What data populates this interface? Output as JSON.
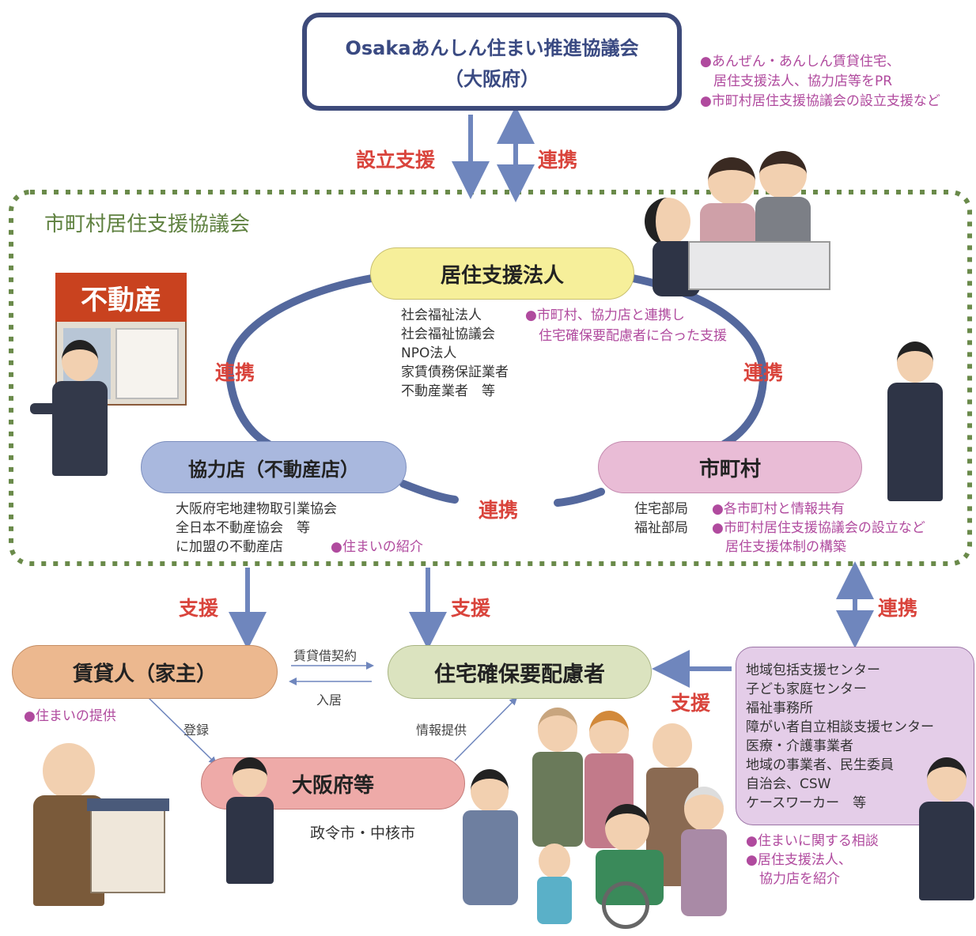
{
  "top": {
    "title": "Osakaあんしん住まい推進協議会",
    "subtitle": "（大阪府）",
    "notes": [
      "●あんぜん・あんしん賃貸住宅、",
      "　居住支援法人、協力店等をPR",
      "●市町村居住支援協議会の設立支援など"
    ]
  },
  "arrows": {
    "setsuritsu": "設立支援",
    "renkei_top": "連携",
    "renkei_left": "連携",
    "renkei_right": "連携",
    "renkei_bottom": "連携",
    "shien_1": "支援",
    "shien_2": "支援",
    "renkei_far_right": "連携",
    "shien_right": "支援"
  },
  "council": {
    "title": "市町村居住支援協議会"
  },
  "illustration_labels": {
    "shop_sign": "不動産"
  },
  "kyoju": {
    "title": "居住支援法人",
    "members": [
      "社会福祉法人",
      "社会福祉協議会",
      "NPO法人",
      "家賃債務保証業者",
      "不動産業者　等"
    ],
    "notes": [
      "●市町村、協力店と連携し",
      "　住宅確保要配慮者に合った支援"
    ]
  },
  "kyoryoku": {
    "title": "協力店（不動産店）",
    "members": [
      "大阪府宅地建物取引業協会",
      "全日本不動産協会　等",
      "に加盟の不動産店"
    ],
    "note": "●住まいの紹介"
  },
  "shichoson": {
    "title": "市町村",
    "members": [
      "住宅部局",
      "福祉部局"
    ],
    "notes": [
      "●各市町村と情報共有",
      "●市町村居住支援協議会の設立など",
      "　居住支援体制の構築"
    ]
  },
  "chintai": {
    "title": "賃貸人（家主）",
    "note": "●住まいの提供"
  },
  "jutaku": {
    "title": "住宅確保要配慮者"
  },
  "osaka": {
    "title": "大阪府等",
    "sub": "政令市・中核市"
  },
  "flows": {
    "contract": "賃貸借契約",
    "move_in": "入居",
    "register": "登録",
    "info": "情報提供"
  },
  "community": {
    "members": [
      "地域包括支援センター",
      "子ども家庭センター",
      "福祉事務所",
      "障がい者自立相談支援センター",
      "医療・介護事業者",
      "地域の事業者、民生委員",
      "自治会、CSW",
      "ケースワーカー　等"
    ],
    "notes": [
      "●住まいに関する相談",
      "●居住支援法人、",
      "　協力店を紹介"
    ]
  },
  "colors": {
    "arrow": "#6f86bd",
    "ring": "#54689d",
    "label_red": "#d9443c",
    "pink_text": "#b04a9e",
    "council_green": "#6a8a4a",
    "kyoju_fill": "#f6ef9a",
    "kyoryoku_fill": "#a9b8de",
    "shichoson_fill": "#e9bcd6",
    "chintai_fill": "#ecb88f",
    "jutaku_fill": "#dbe3bf",
    "osaka_fill": "#eeaaa8",
    "community_fill": "#e4cde8"
  }
}
